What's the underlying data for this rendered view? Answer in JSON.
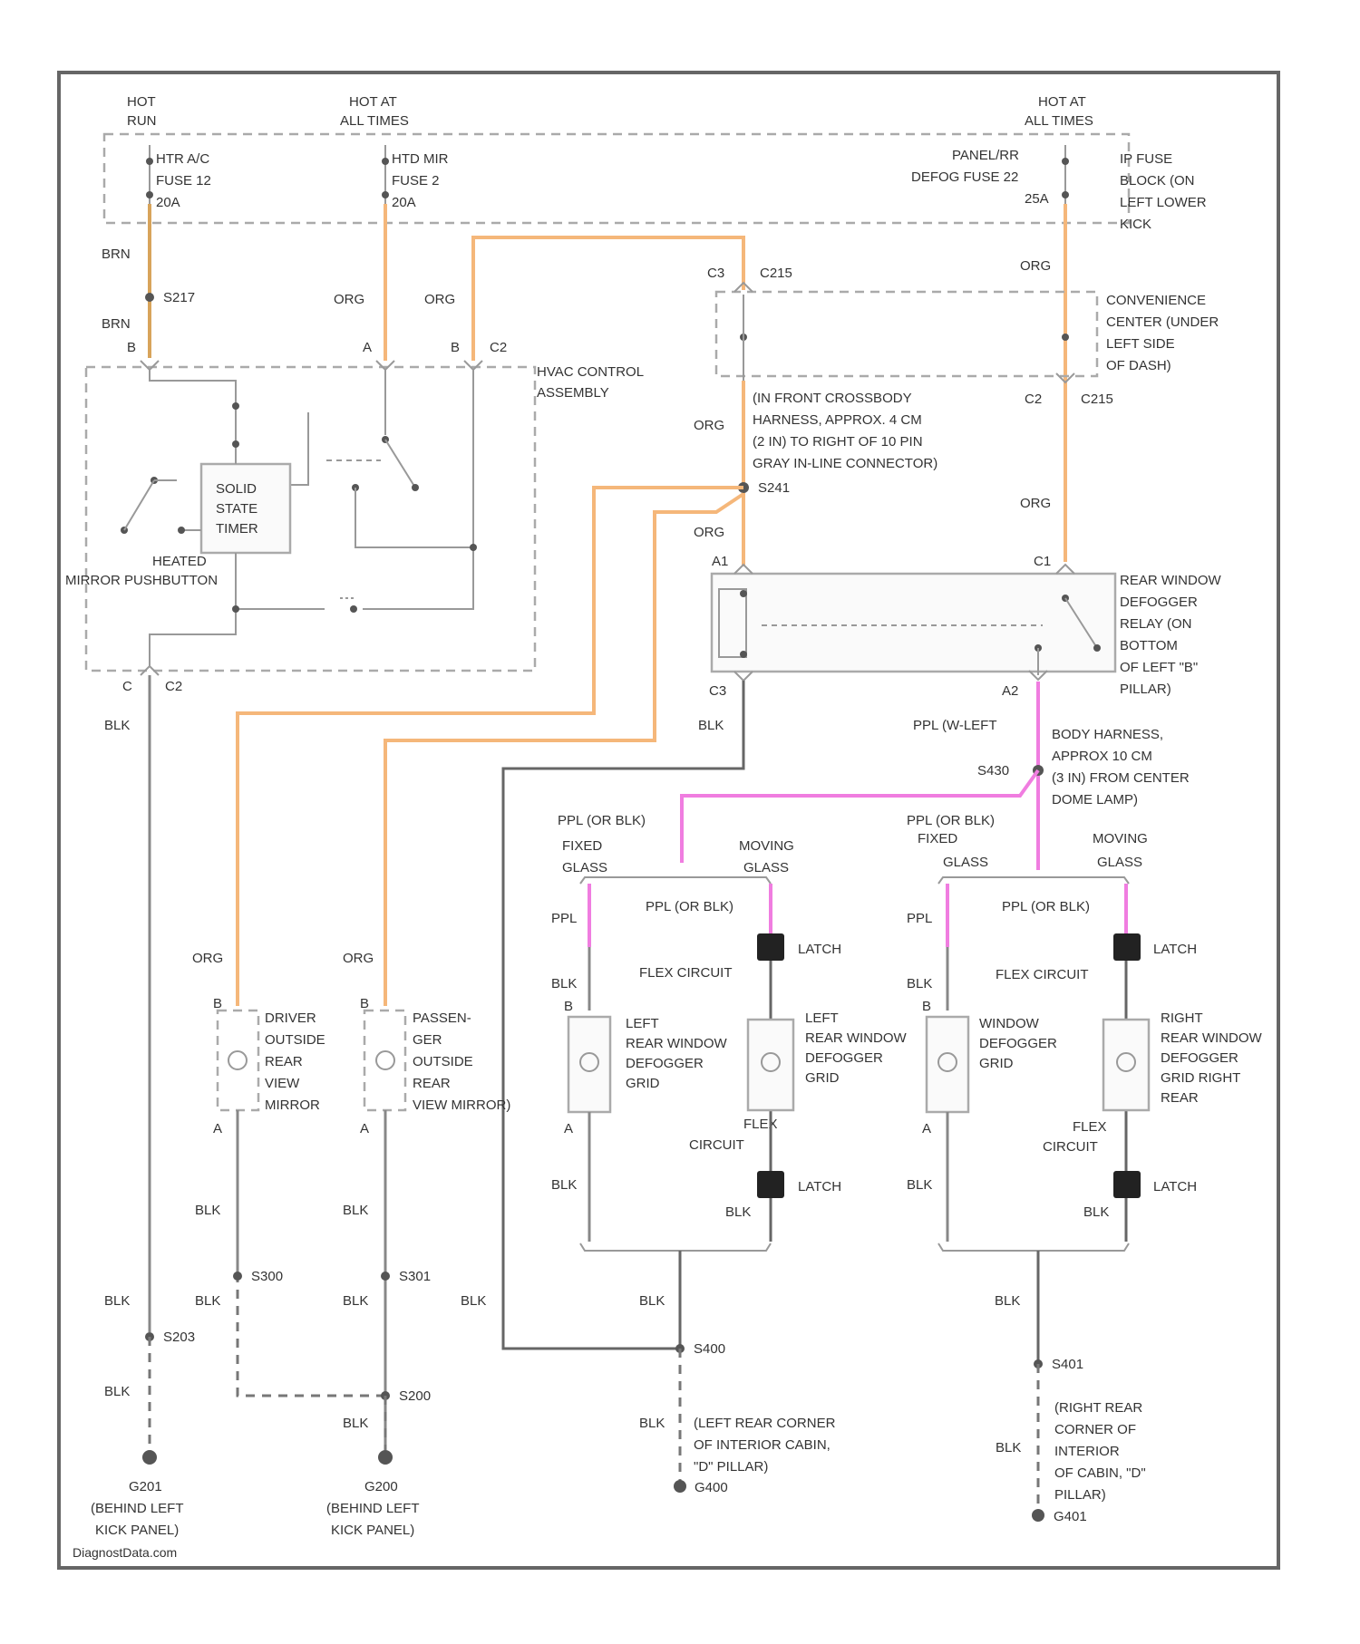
{
  "diagram": {
    "power": {
      "hot_run": [
        "HOT",
        "RUN"
      ],
      "hot_all_left": [
        "HOT AT",
        "ALL TIMES"
      ],
      "hot_all_right": [
        "HOT AT",
        "ALL TIMES"
      ]
    },
    "fuses": {
      "htr": [
        "HTR A/C",
        "FUSE 12",
        "20A"
      ],
      "htd": [
        "HTD MIR",
        "FUSE 2",
        "20A"
      ],
      "panel": [
        "PANEL/RR",
        "DEFOG FUSE 22",
        "25A"
      ],
      "ip_block": [
        "IP FUSE",
        "BLOCK (ON",
        "LEFT LOWER",
        "KICK"
      ]
    },
    "wires": {
      "brn": "BRN",
      "org": "ORG",
      "blk": "BLK",
      "ppl": "PPL",
      "ppl_lt": "PPL (W-LEFT",
      "ppl_blk": "PPL (OR BLK)"
    },
    "connectors": {
      "s217": "S217",
      "c2": "C2",
      "c215": "C215",
      "c3": "C3",
      "a": "A",
      "b": "B",
      "c": "C",
      "a1": "A1",
      "a2": "A2",
      "c1": "C1",
      "s241": "S241",
      "s430": "S430"
    },
    "hvac": [
      "HVAC CONTROL",
      "ASSEMBLY"
    ],
    "timer": [
      "SOLID",
      "STATE",
      "TIMER"
    ],
    "pushbutton": [
      "HEATED",
      "MIRROR PUSHBUTTON"
    ],
    "convenience": [
      "CONVENIENCE",
      "CENTER (UNDER",
      "LEFT SIDE",
      "OF DASH)"
    ],
    "crossbody": [
      "(IN FRONT CROSSBODY",
      "HARNESS, APPROX. 4 CM",
      "(2 IN) TO RIGHT OF 10 PIN",
      "GRAY IN-LINE CONNECTOR)"
    ],
    "relay": [
      "REAR WINDOW",
      "DEFOGGER",
      "RELAY (ON",
      "BOTTOM",
      "OF LEFT \"B\"",
      "PILLAR)"
    ],
    "body_harness": [
      "BODY HARNESS,",
      "APPROX 10 CM",
      "(3 IN) FROM CENTER",
      "DOME LAMP)"
    ],
    "glass": {
      "fixed": [
        "FIXED",
        "GLASS"
      ],
      "moving": [
        "MOVING",
        "GLASS"
      ]
    },
    "latch": "LATCH",
    "flex": "FLEX CIRCUIT",
    "flex2": [
      "FLEX",
      "CIRCUIT"
    ],
    "driver_mirror": [
      "DRIVER",
      "OUTSIDE",
      "REAR",
      "VIEW",
      "MIRROR"
    ],
    "pass_mirror": [
      "PASSEN-",
      "GER",
      "OUTSIDE",
      "REAR",
      "VIEW MIRROR)"
    ],
    "grid_l1": [
      "LEFT",
      "REAR WINDOW",
      "DEFOGGER",
      "GRID"
    ],
    "grid_l2": [
      "LEFT",
      "REAR WINDOW",
      "DEFOGGER",
      "GRID"
    ],
    "grid_r1": [
      "WINDOW",
      "DEFOGGER",
      "GRID"
    ],
    "grid_r2": [
      "RIGHT",
      "REAR WINDOW",
      "DEFOGGER",
      "GRID RIGHT",
      "REAR"
    ],
    "splices": {
      "s300": "S300",
      "s301": "S301",
      "s203": "S203",
      "s200": "S200",
      "s400": "S400",
      "s401": "S401"
    },
    "grounds": {
      "g201": [
        "G201",
        "(BEHIND LEFT",
        "KICK PANEL)"
      ],
      "g200": [
        "G200",
        "(BEHIND LEFT",
        "KICK PANEL)"
      ],
      "g400_desc": [
        "(LEFT REAR CORNER",
        "OF INTERIOR CABIN,",
        "\"D\" PILLAR)"
      ],
      "g400": "G400",
      "g401_desc": [
        "(RIGHT REAR",
        "CORNER OF",
        "INTERIOR",
        "OF CABIN, \"D\"",
        "PILLAR)"
      ],
      "g401": "G401"
    },
    "watermark": "DiagnostData.com"
  }
}
